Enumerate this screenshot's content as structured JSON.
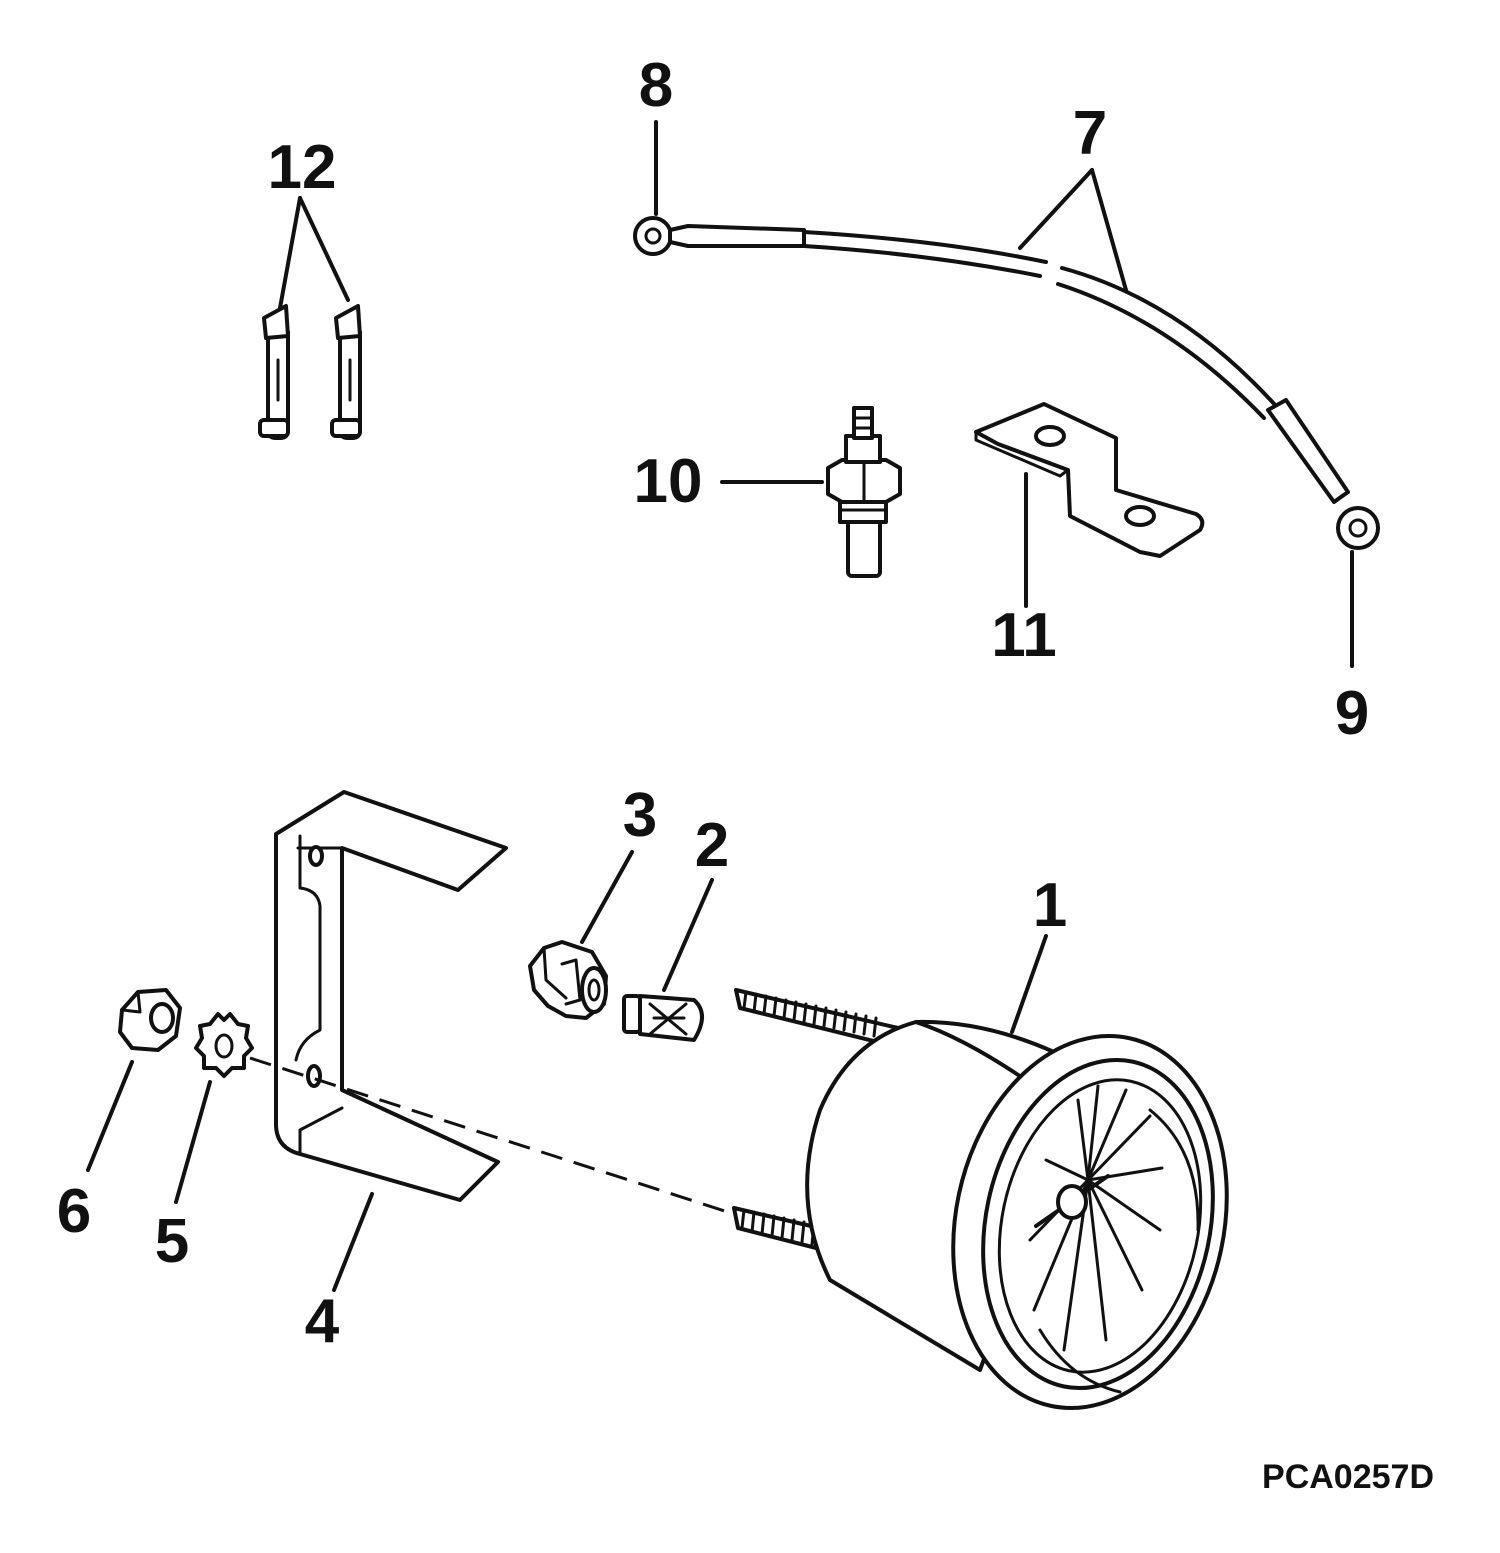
{
  "callouts": {
    "c1": "1",
    "c2": "2",
    "c3": "3",
    "c4": "4",
    "c5": "5",
    "c6": "6",
    "c7": "7",
    "c8": "8",
    "c9": "9",
    "c10": "10",
    "c11": "11",
    "c12": "12"
  },
  "figure_code": "PCA0257D"
}
